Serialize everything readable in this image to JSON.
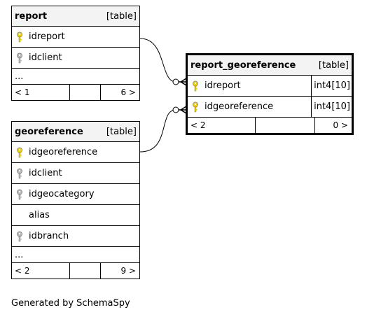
{
  "tables": {
    "report": {
      "name": "report",
      "kind": "[table]",
      "columns": [
        {
          "name": "idreport",
          "key": "primary"
        },
        {
          "name": "idclient",
          "key": "foreign"
        }
      ],
      "ellipsis": "...",
      "footer": {
        "left": "< 1",
        "right": "6 >"
      }
    },
    "georeference": {
      "name": "georeference",
      "kind": "[table]",
      "columns": [
        {
          "name": "idgeoreference",
          "key": "primary"
        },
        {
          "name": "idclient",
          "key": "foreign"
        },
        {
          "name": "idgeocategory",
          "key": "foreign"
        },
        {
          "name": "alias",
          "key": "none"
        },
        {
          "name": "idbranch",
          "key": "foreign"
        }
      ],
      "ellipsis": "...",
      "footer": {
        "left": "< 2",
        "right": "9 >"
      }
    },
    "report_georeference": {
      "name": "report_georeference",
      "kind": "[table]",
      "columns": [
        {
          "name": "idreport",
          "key": "primary",
          "type": "int4[10]"
        },
        {
          "name": "idgeoreference",
          "key": "primary",
          "type": "int4[10]"
        }
      ],
      "footer": {
        "left": "< 2",
        "right": "0 >"
      }
    }
  },
  "colors": {
    "primary_key": "#f2d300",
    "foreign_key": "#b8b8b8",
    "header_bg": "#f3f3f3"
  },
  "generated_by": "Generated by SchemaSpy"
}
